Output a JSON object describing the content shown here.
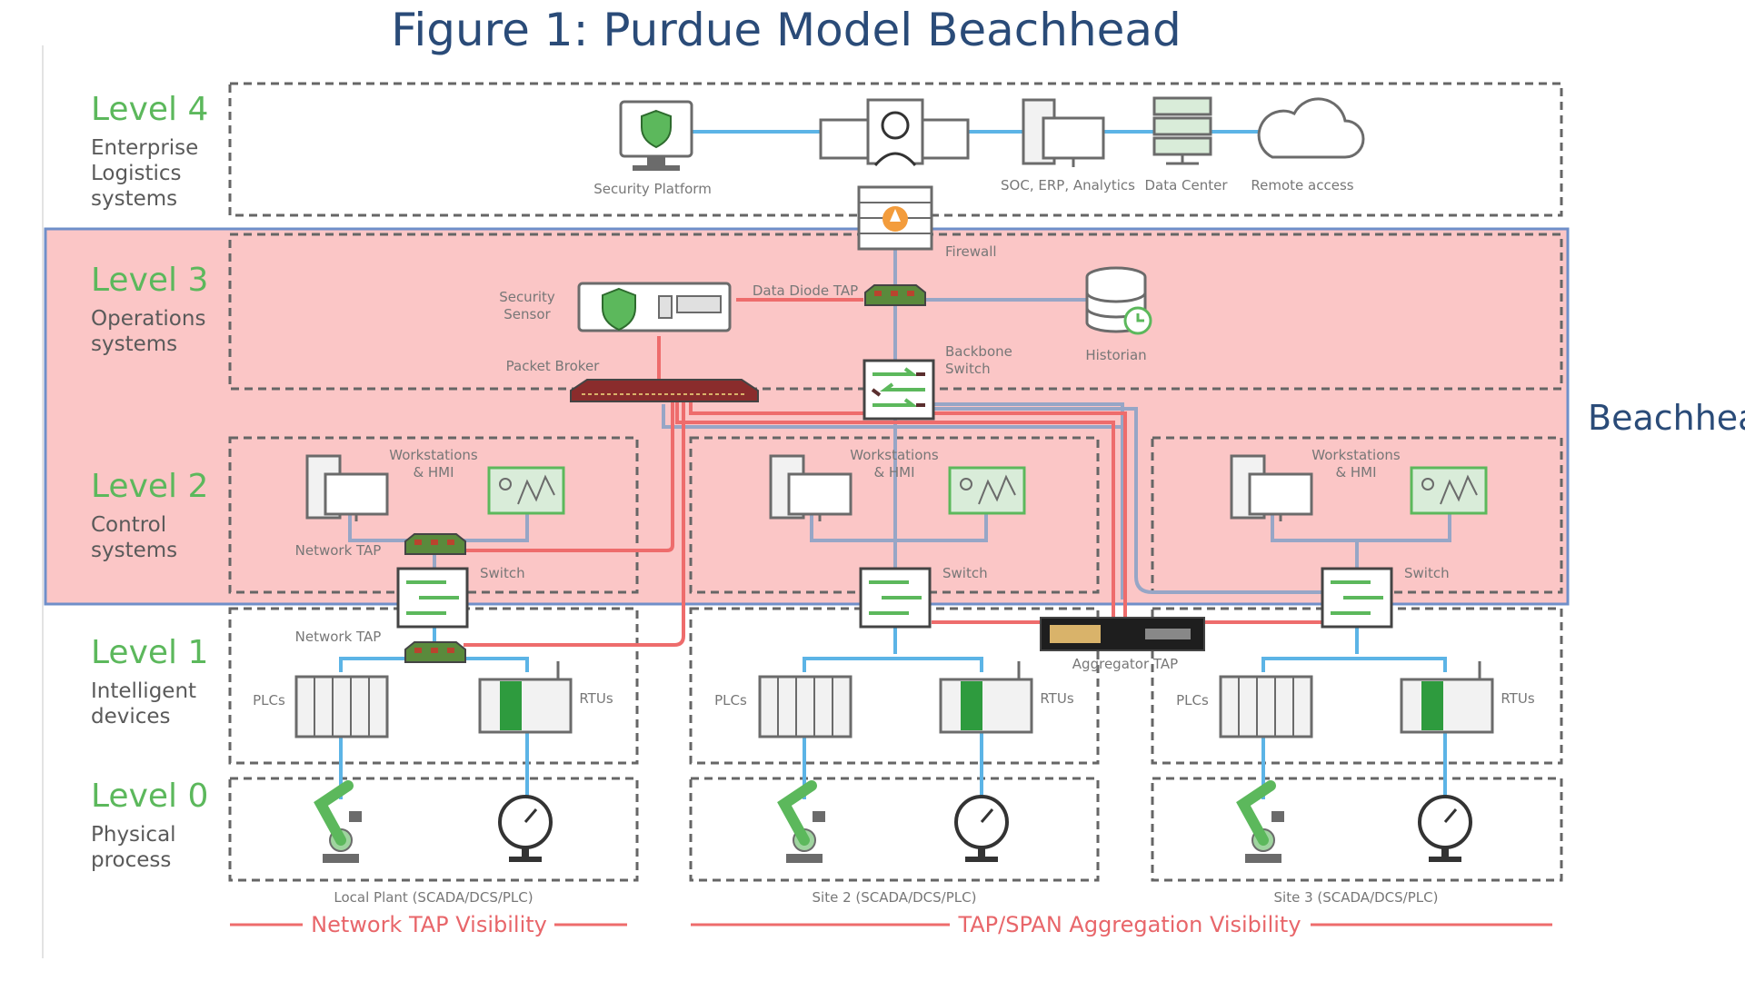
{
  "title": "Figure 1: Purdue Model Beachhead",
  "side_label": "Beachhea",
  "levels": [
    {
      "name": "Level 4",
      "lines": [
        "Enterprise",
        "Logistics",
        "systems"
      ]
    },
    {
      "name": "Level 3",
      "lines": [
        "Operations",
        "systems"
      ]
    },
    {
      "name": "Level 2",
      "lines": [
        "Control",
        "systems"
      ]
    },
    {
      "name": "Level 1",
      "lines": [
        "Intelligent",
        "devices"
      ]
    },
    {
      "name": "Level 0",
      "lines": [
        "Physical",
        "process"
      ]
    }
  ],
  "labels": {
    "security_platform": "Security Platform",
    "soc": "SOC, ERP, Analytics",
    "data_center": "Data Center",
    "remote_access": "Remote access",
    "firewall": "Firewall",
    "security_sensor": [
      "Security",
      "Sensor"
    ],
    "data_diode_tap": "Data Diode TAP",
    "historian": "Historian",
    "backbone_switch": [
      "Backbone",
      "Switch"
    ],
    "packet_broker": "Packet Broker",
    "workstations": [
      "Workstations",
      "& HMI"
    ],
    "network_tap": "Network TAP",
    "switch": "Switch",
    "aggregator_tap": "Aggregator TAP",
    "plcs": "PLCs",
    "rtus": "RTUs"
  },
  "sites": [
    {
      "name": "Local Plant (SCADA/DCS/PLC)"
    },
    {
      "name": "Site 2 (SCADA/DCS/PLC)"
    },
    {
      "name": "Site 3 (SCADA/DCS/PLC)"
    }
  ],
  "visibility": {
    "left": "Network TAP Visibility",
    "right": "TAP/SPAN Aggregation Visibility"
  },
  "colors": {
    "level_green": "#5cb85c",
    "beachhead_fill": "#fbc6c6",
    "beachhead_border": "#6f8fc9",
    "red_link": "#ee6c6c",
    "blue_link": "#5cb4e6"
  }
}
